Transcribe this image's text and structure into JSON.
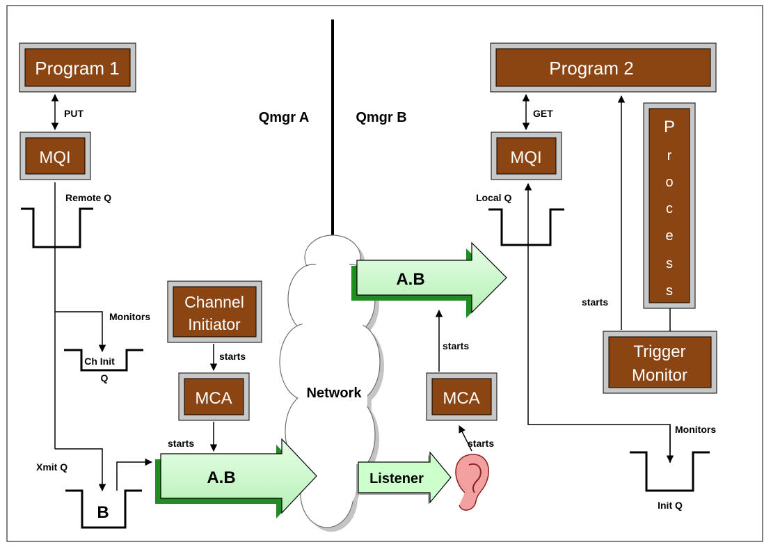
{
  "boxes": {
    "program1": "Program 1",
    "program2": "Program 2",
    "mqi_left": "MQI",
    "mqi_right": "MQI",
    "channel_initiator_line1": "Channel",
    "channel_initiator_line2": "Initiator",
    "mca_left": "MCA",
    "mca_right": "MCA",
    "trigger_monitor_line1": "Trigger",
    "trigger_monitor_line2": "Monitor",
    "process_letters": [
      "P",
      "r",
      "o",
      "c",
      "e",
      "s",
      "s"
    ]
  },
  "labels": {
    "put": "PUT",
    "get": "GET",
    "remote_q": "Remote Q",
    "local_q": "Local Q",
    "monitors_left": "Monitors",
    "monitors_right": "Monitors",
    "ch_init_q_line1": "Ch Init",
    "ch_init_q_line2": "Q",
    "xmit_q": "Xmit Q",
    "xmit_q_content": "B",
    "init_q": "Init Q",
    "qmgr_a": "Qmgr A",
    "qmgr_b": "Qmgr B",
    "network": "Network",
    "starts_channel_initiator": "starts",
    "starts_mca_left": "starts",
    "starts_mca_right": "starts",
    "starts_listener": "starts",
    "starts_process": "starts"
  },
  "arrows": {
    "channel_left": "A.B",
    "channel_right": "A.B",
    "listener": "Listener"
  },
  "colors": {
    "box_fill": "#8b4513",
    "box_border": "#a0a0a0",
    "arrow_fill": "#ccffcc",
    "arrow_edge": "#228b22",
    "ear": "#f2a0a0"
  }
}
